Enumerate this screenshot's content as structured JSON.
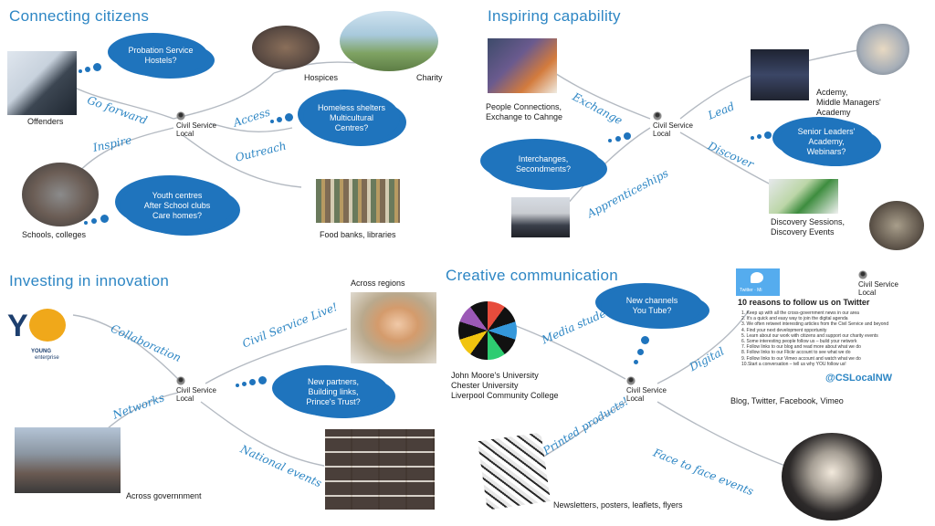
{
  "quadrants": {
    "connecting": {
      "title": "Connecting citizens",
      "hub": [
        "Civil Service",
        "Local"
      ],
      "clouds": [
        [
          "Probation Service",
          "Hostels?"
        ],
        [
          "Homeless shelters",
          "Multicultural",
          "Centres?"
        ],
        [
          "Youth centres",
          "After School clubs",
          "Care homes?"
        ]
      ],
      "labels": {
        "offenders": "Offenders",
        "hospices": "Hospices",
        "charity": "Charity",
        "schools": "Schools, colleges",
        "foodbanks": "Food banks, libraries"
      },
      "script": {
        "go_forward": "Go forward",
        "inspire": "Inspire",
        "access": "Access",
        "outreach": "Outreach"
      }
    },
    "inspiring": {
      "title": "Inspiring capability",
      "hub": [
        "Civil Service",
        "Local"
      ],
      "clouds": [
        [
          "Interchanges,",
          "Secondments?"
        ],
        [
          "Senior Leaders'",
          "Academy,",
          "Webinars?"
        ]
      ],
      "labels": {
        "people": [
          "People Connections,",
          "Exchange to Cahnge"
        ],
        "academy": [
          "Acdemy,",
          "Middle Managers'",
          "Academy"
        ],
        "discovery": [
          "Discovery Sessions,",
          "Discovery Events"
        ]
      },
      "script": {
        "exchange": "Exchange",
        "lead": "Lead",
        "discover": "Discover",
        "apprenticeships": "Apprenticeships"
      }
    },
    "investing": {
      "title": "Investing in innovation",
      "hub": [
        "Civil Service",
        "Local"
      ],
      "clouds": [
        [
          "New partners,",
          "Building links,",
          "Prince's Trust?"
        ]
      ],
      "labels": {
        "across_regions": "Across regions",
        "across_government": "Across governnment",
        "logo_young": "YOUNG",
        "logo_enterprise": "enterprise"
      },
      "script": {
        "collaboration": "Collaboration",
        "civil_service_live": "Civil Service Live!",
        "networks": "Networks",
        "national_events": "National events"
      }
    },
    "creative": {
      "title": "Creative communication",
      "hub": [
        "Civil Service",
        "Local"
      ],
      "clouds": [
        [
          "New channels",
          "You Tube?"
        ]
      ],
      "labels": {
        "universities": [
          "John Moore's University",
          "Chester University",
          "Liverpool Community College"
        ],
        "blog": "Blog, Twitter, Facebook, Vimeo",
        "newsletters": "Newsletters, posters, leaflets, flyers",
        "handle": "@CSLocalNW",
        "twitter_tag": "Twitter  ·  Mi",
        "card_civil": [
          "Civil Service",
          "Local"
        ],
        "reasons_title": "10 reasons to follow us on Twitter",
        "reasons": [
          "1.  Keep up with all the cross-government news in our area",
          "2.  It's a quick and easy way to join the digital agenda",
          "3.  We often retweet interesting articles from the Civil Service and beyond",
          "4.  Find your next development opportunity",
          "5.  Learn about our work with citizens and support our charity events",
          "6.  Some interesting people follow us – build your network",
          "7.  Follow links to our blog and read more about what we do",
          "8.  Follow links to our Flickr account to see what we do",
          "9.  Follow links to our Vimeo account and watch what we do",
          "10.Start a conversation – tell us why YOU follow us!"
        ]
      },
      "script": {
        "media_students": "Media students",
        "digital": "Digital",
        "printed_products": "Printed products!",
        "face_to_face": "Face to face events"
      }
    }
  },
  "colors": {
    "title": "#2d86c4",
    "cloud": "#1f74bd",
    "vine": "#aab0b8",
    "script": "#2d86c4"
  }
}
